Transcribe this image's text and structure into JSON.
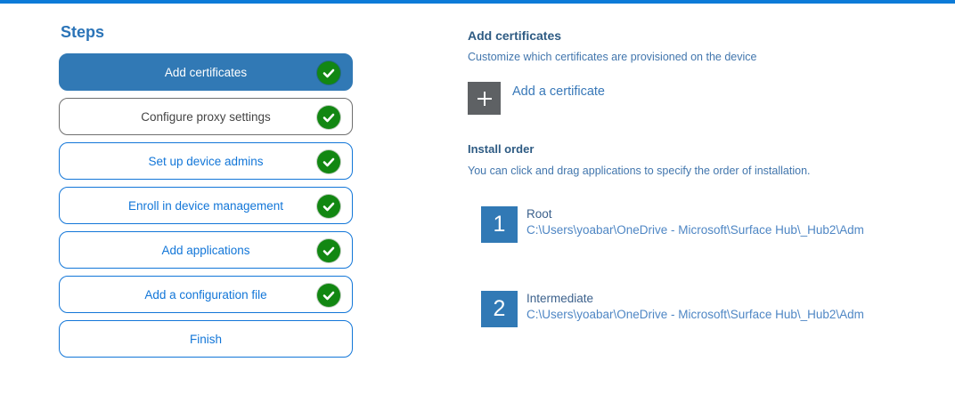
{
  "page": {
    "top_accent_color": "#0c7bd8",
    "selected_step_color": "#3179b5",
    "completed_check_color": "#128712"
  },
  "sidebar": {
    "title": "Steps",
    "steps": [
      {
        "label": "Add certificates",
        "state": "selected",
        "completed": true
      },
      {
        "label": "Configure proxy settings",
        "state": "visited",
        "completed": true
      },
      {
        "label": "Set up device admins",
        "state": "default",
        "completed": true
      },
      {
        "label": "Enroll in device management",
        "state": "default",
        "completed": true
      },
      {
        "label": "Add applications",
        "state": "default",
        "completed": true
      },
      {
        "label": "Add a configuration file",
        "state": "default",
        "completed": true
      },
      {
        "label": "Finish",
        "state": "default",
        "completed": false
      }
    ]
  },
  "main": {
    "title": "Add certificates",
    "subtitle": "Customize which certificates are provisioned on the device",
    "add_certificate": {
      "icon": "plus-icon",
      "label": "Add a certificate"
    },
    "install_order": {
      "title": "Install order",
      "description": "You can click and drag applications to specify the order of installation.",
      "items": [
        {
          "order": "1",
          "name": "Root",
          "path": "C:\\Users\\yoabar\\OneDrive - Microsoft\\Surface Hub\\_Hub2\\Adm"
        },
        {
          "order": "2",
          "name": "Intermediate",
          "path": "C:\\Users\\yoabar\\OneDrive - Microsoft\\Surface Hub\\_Hub2\\Adm"
        }
      ]
    }
  }
}
